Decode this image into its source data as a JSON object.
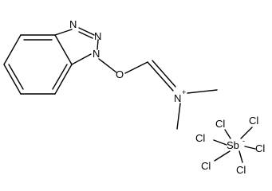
{
  "atoms": {
    "n_triazole_top": "N",
    "n_triazole_mid": "N",
    "n_triazole_n1": "N",
    "o_ether": "O",
    "n_iminium": "N",
    "n_iminium_charge": "+",
    "sb": "Sb",
    "sb_charge": "-",
    "cl_1": "Cl",
    "cl_2": "Cl",
    "cl_3": "Cl",
    "cl_4": "Cl",
    "cl_5": "Cl",
    "cl_6": "Cl"
  }
}
